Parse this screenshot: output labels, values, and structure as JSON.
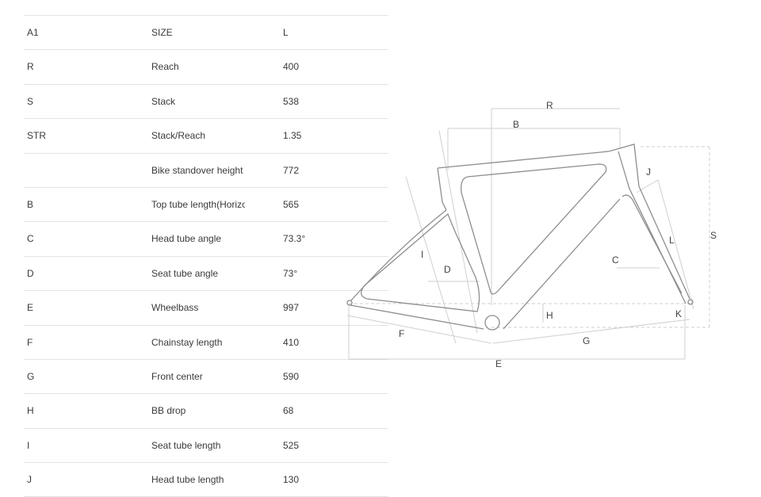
{
  "table": {
    "rows": [
      {
        "code": "A1",
        "label": "SIZE",
        "value": "L"
      },
      {
        "code": "R",
        "label": "Reach",
        "value": "400"
      },
      {
        "code": "S",
        "label": "Stack",
        "value": "538"
      },
      {
        "code": "STR",
        "label": "Stack/Reach",
        "value": "1.35"
      },
      {
        "code": "",
        "label": "Bike standover height",
        "value": "772"
      },
      {
        "code": "B",
        "label": "Top tube length(Horizontal)",
        "value": "565"
      },
      {
        "code": "C",
        "label": "Head tube angle",
        "value": "73.3°"
      },
      {
        "code": "D",
        "label": "Seat tube angle",
        "value": "73°"
      },
      {
        "code": "E",
        "label": "Wheelbass",
        "value": "997"
      },
      {
        "code": "F",
        "label": "Chainstay length",
        "value": "410"
      },
      {
        "code": "G",
        "label": "Front center",
        "value": "590"
      },
      {
        "code": "H",
        "label": "BB drop",
        "value": "68"
      },
      {
        "code": "I",
        "label": "Seat tube length",
        "value": "525"
      },
      {
        "code": "J",
        "label": "Head tube length",
        "value": "130"
      }
    ]
  },
  "diagram": {
    "labels": {
      "R": "R",
      "B": "B",
      "J": "J",
      "S": "S",
      "L": "L",
      "C": "C",
      "I": "I",
      "D": "D",
      "H": "H",
      "K": "K",
      "F": "F",
      "G": "G",
      "E": "E"
    },
    "line_color": "#8e8e8e",
    "guide_color": "#cfcfcf"
  }
}
